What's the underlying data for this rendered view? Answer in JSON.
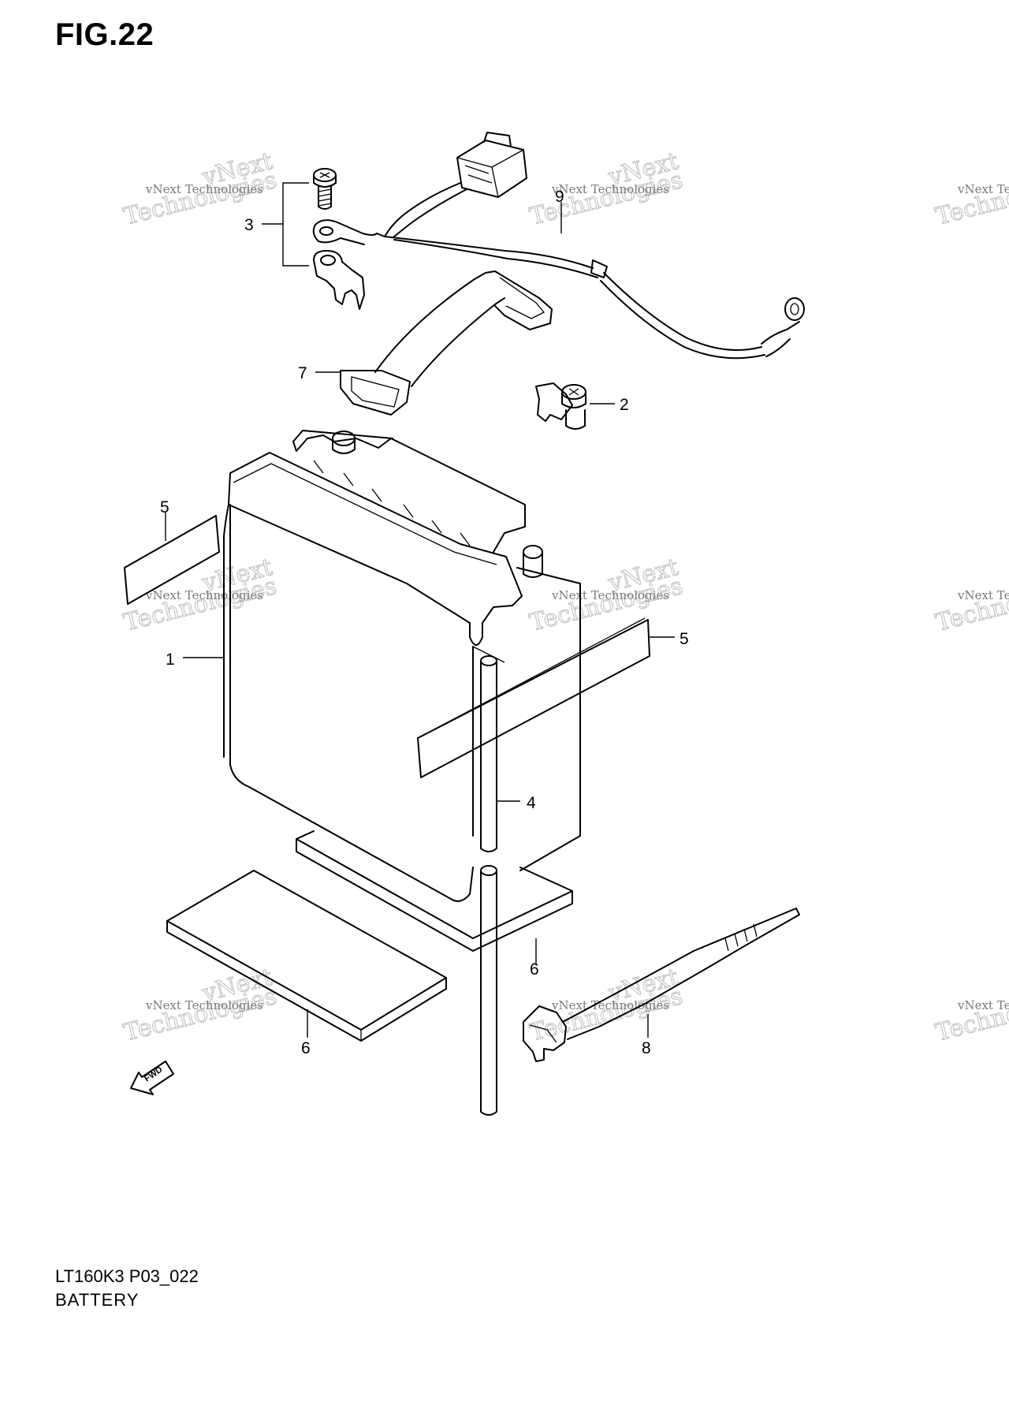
{
  "figure": {
    "title": "FIG.22",
    "code": "LT160K3 P03_022",
    "name": "BATTERY"
  },
  "watermark": {
    "line1": "vNext",
    "line2": "vNext Technologies",
    "line3": "Technologies"
  },
  "callouts": [
    {
      "id": "callout-1",
      "label": "1"
    },
    {
      "id": "callout-2",
      "label": "2"
    },
    {
      "id": "callout-3",
      "label": "3"
    },
    {
      "id": "callout-4",
      "label": "4"
    },
    {
      "id": "callout-5a",
      "label": "5"
    },
    {
      "id": "callout-5b",
      "label": "5"
    },
    {
      "id": "callout-6a",
      "label": "6"
    },
    {
      "id": "callout-6b",
      "label": "6"
    },
    {
      "id": "callout-7",
      "label": "7"
    },
    {
      "id": "callout-8",
      "label": "8"
    },
    {
      "id": "callout-9",
      "label": "9"
    }
  ],
  "fwd_label": "FWD"
}
